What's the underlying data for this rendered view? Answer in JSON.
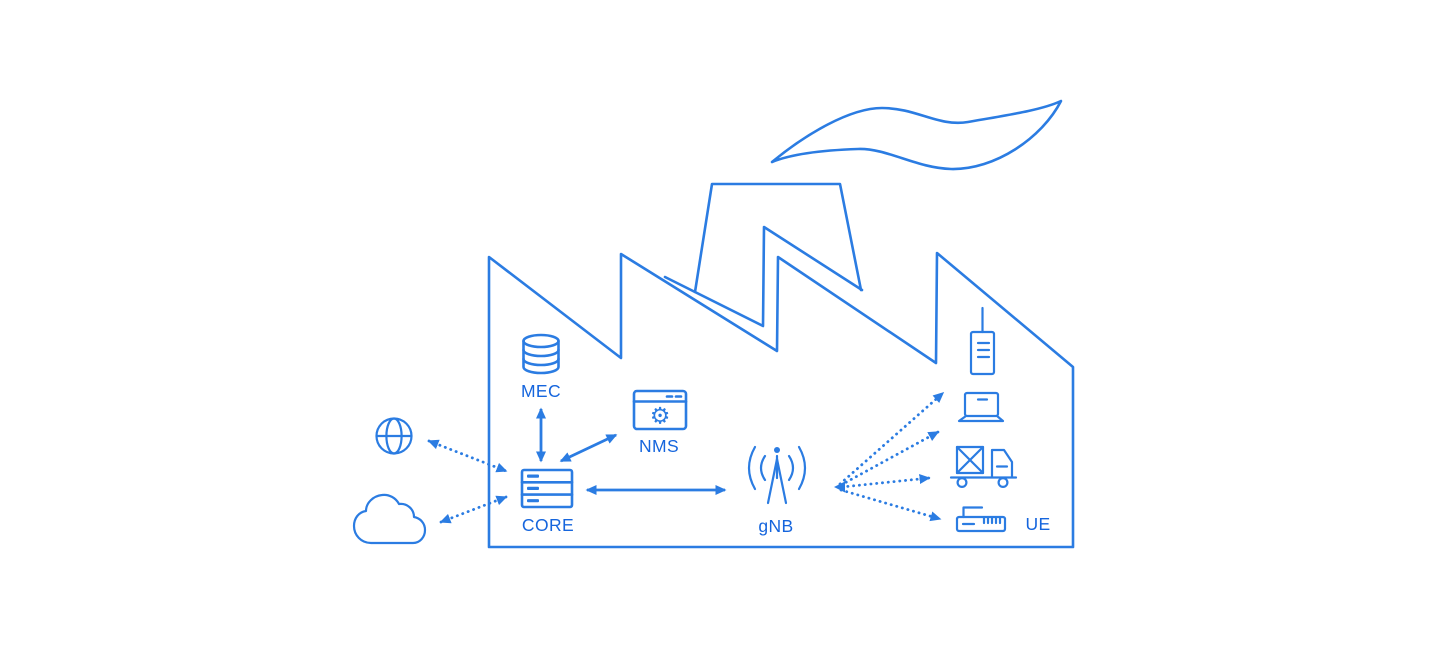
{
  "diagram": {
    "colors": {
      "line": "#2b7ce2",
      "label": "#1565dd",
      "background": "#ffffff"
    },
    "labels": {
      "mec": "MEC",
      "nms": "NMS",
      "core": "CORE",
      "gnb": "gNB",
      "ue": "UE"
    },
    "nodes": [
      {
        "id": "internet",
        "icon": "globe-icon",
        "label": ""
      },
      {
        "id": "cloud",
        "icon": "cloud-icon",
        "label": ""
      },
      {
        "id": "mec",
        "icon": "database-icon",
        "label": "MEC"
      },
      {
        "id": "nms",
        "icon": "app-window-gear-icon",
        "label": "NMS"
      },
      {
        "id": "core",
        "icon": "server-icon",
        "label": "CORE"
      },
      {
        "id": "gnb",
        "icon": "antenna-icon",
        "label": "gNB"
      },
      {
        "id": "ue-handheld",
        "icon": "handheld-radio-icon",
        "label": ""
      },
      {
        "id": "ue-laptop",
        "icon": "laptop-icon",
        "label": ""
      },
      {
        "id": "ue-agv",
        "icon": "cargo-truck-icon",
        "label": ""
      },
      {
        "id": "ue-router",
        "icon": "router-icon",
        "label": "UE"
      }
    ],
    "links": [
      {
        "from": "internet",
        "to": "core",
        "style": "dotted",
        "bidirectional": true
      },
      {
        "from": "cloud",
        "to": "core",
        "style": "dotted",
        "bidirectional": true
      },
      {
        "from": "mec",
        "to": "core",
        "style": "solid",
        "bidirectional": true
      },
      {
        "from": "nms",
        "to": "core",
        "style": "solid",
        "bidirectional": true
      },
      {
        "from": "core",
        "to": "gnb",
        "style": "solid",
        "bidirectional": true
      },
      {
        "from": "gnb",
        "to": "ue-handheld",
        "style": "dotted",
        "bidirectional": true
      },
      {
        "from": "gnb",
        "to": "ue-laptop",
        "style": "dotted",
        "bidirectional": true
      },
      {
        "from": "gnb",
        "to": "ue-agv",
        "style": "dotted",
        "bidirectional": true
      },
      {
        "from": "gnb",
        "to": "ue-router",
        "style": "dotted",
        "bidirectional": true
      }
    ],
    "gear_glyph": "⚙"
  }
}
